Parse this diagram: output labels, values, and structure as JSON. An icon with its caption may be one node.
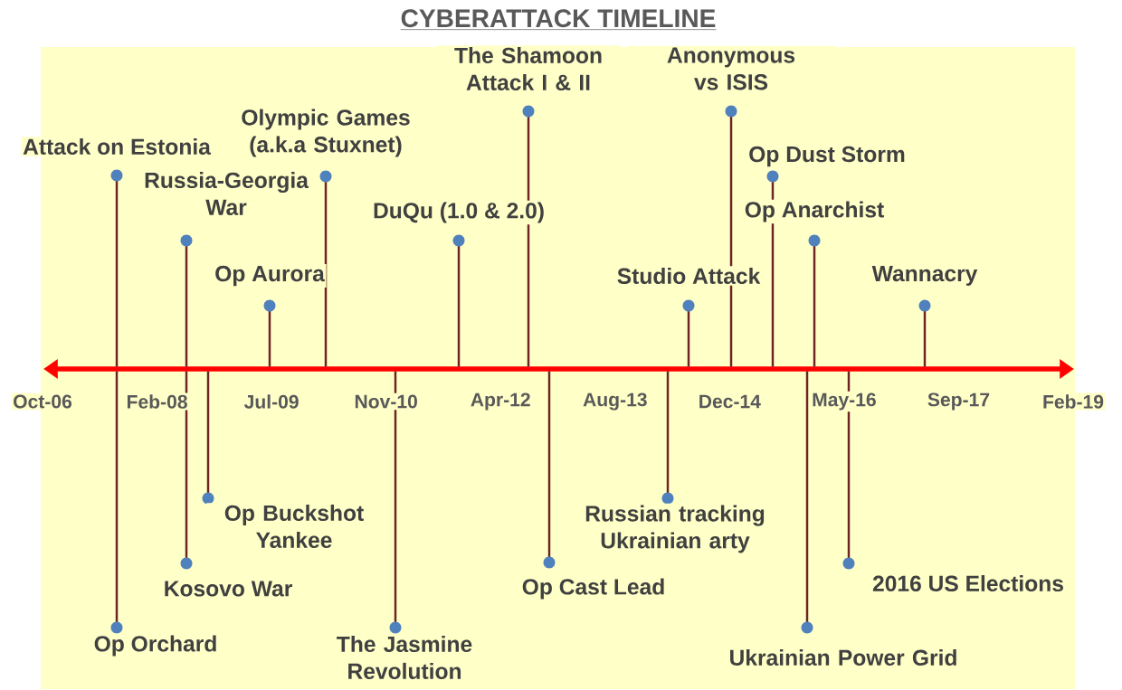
{
  "diagram": {
    "title": "CYBERATTACK TIMELINE",
    "nodes": [
      {
        "text": [
          "The Shamoon Attack I & II"
        ]
      },
      {
        "text": [
          "Anonymous vs ISIS"
        ]
      },
      {
        "text": [
          "Olympic Games (a.k.a Stuxnet)"
        ]
      },
      {
        "text": [
          "Attack on Estonia"
        ]
      },
      {
        "text": [
          "Op Dust Storm"
        ]
      },
      {
        "text": [
          "Russia-Georgia War"
        ]
      },
      {
        "text": [
          "DuQu (1.0 & 2.0)"
        ]
      },
      {
        "text": [
          "Op Anarchist"
        ]
      },
      {
        "text": [
          "Studio Attack"
        ]
      },
      {
        "text": [
          "Op Aurora"
        ]
      },
      {
        "text": [
          "Wannacry"
        ]
      },
      {
        "text": [
          "Op Buckshot Yankee"
        ]
      },
      {
        "text": [
          "Russian tracking Ukrainian arty"
        ]
      },
      {
        "text": [
          "Kosovo War"
        ]
      },
      {
        "text": [
          "Op Cast Lead"
        ]
      },
      {
        "text": [
          "2016 US Elections"
        ]
      },
      {
        "text": [
          "Op Orchard"
        ]
      },
      {
        "text": [
          "The Jasmine Revolution"
        ]
      },
      {
        "text": [
          "Ukrainian Power Grid"
        ]
      }
    ],
    "labels": [
      "Oct-06",
      "Feb-08",
      "Jul-09",
      "Nov-10",
      "Apr-12",
      "Aug-13",
      "Dec-14",
      "May-16",
      "Sep-17",
      "Feb-19"
    ]
  }
}
